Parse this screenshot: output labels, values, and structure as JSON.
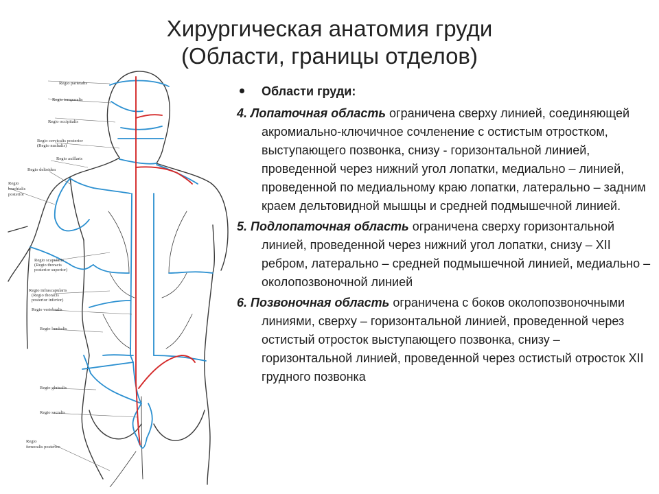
{
  "title": {
    "line1": "Хирургическая анатомия груди",
    "line2": "(Области, границы отделов)"
  },
  "figure": {
    "labels": {
      "regio_parietalis": "Regio parietalis",
      "regio_temporalis": "Regio temporalis",
      "regio_occipitalis": "Regio occipitalis",
      "regio_cervicalis_posterior": "Regio cervicalis posterior",
      "regio_nuchalis": "(Regio nuchalis)",
      "regio_axillaris": "Regio axillaris",
      "regio_deltoidea": "Regio deltoidea",
      "regio_brachialis_posterior_1": "Regio",
      "regio_brachialis_posterior_2": "brachialis",
      "regio_brachialis_posterior_3": "posterior",
      "regio_scapularis": "Regio scapularis",
      "regio_thoracis_posterior_superior_1": "(Regio thoracis",
      "regio_thoracis_posterior_superior_2": "posterior superior)",
      "regio_infrascapularis": "Regio infrascapularis",
      "regio_thoracis_posterior_inferior_1": "(Regio thoracis",
      "regio_thoracis_posterior_inferior_2": "posterior inferior)",
      "regio_vertebralis": "Regio vertebralis",
      "regio_lumbalis": "Regio lumbalis",
      "regio_glutealis": "Regio glutealis",
      "regio_sacralis": "Regio sacralis",
      "regio_femoralis_posterior_1": "Regio",
      "regio_femoralis_posterior_2": "femoralis posterior"
    },
    "colors": {
      "boundary_blue": "#2a8fd0",
      "midline_red": "#d42a2a",
      "outline": "#3a3a3a"
    }
  },
  "content": {
    "bullet": "Области груди:",
    "items": [
      {
        "head": "4. Лопаточная область",
        "body": " ограничена сверху линией, соединяющей акромиально-ключичное сочленение с остистым отростком, выступающего позвонка, снизу - горизонтальной линией, проведенной через нижний угол лопатки, медиально – линией, проведенной по медиальному краю лопатки, латерально – задним краем дельтовидной мышцы и средней подмышечной линией."
      },
      {
        "head": "5. Подлопаточная область",
        "body": " ограничена сверху горизонтальной линией, проведенной через нижний угол лопатки, снизу – XII ребром, латерально – средней подмышечной линией, медиально – околопозвоночной линией"
      },
      {
        "head": "6. Позвоночная область",
        "body": " ограничена с боков околопозвоночными линиями, сверху – горизонтальной линией, проведенной через остистый отросток выступающего позвонка, снизу – горизонтальной линией, проведенной через остистый отросток  XII грудного позвонка"
      }
    ]
  }
}
